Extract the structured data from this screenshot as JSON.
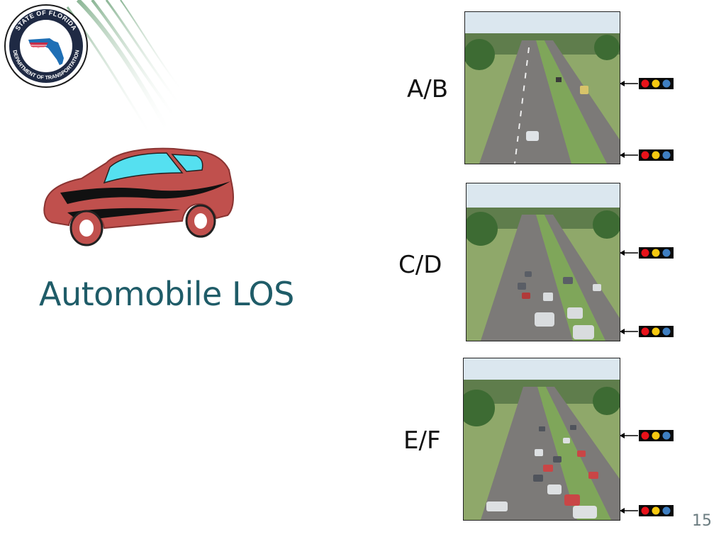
{
  "header": {
    "seal_text": "STATE OF FLORIDA · DEPARTMENT OF TRANSPORTATION",
    "seal_icon": "fdot-seal-icon"
  },
  "main": {
    "title": "Automobile LOS",
    "car_icon": "car-icon"
  },
  "los_panels": [
    {
      "label": "A/B",
      "photo": "light-traffic-road-photo"
    },
    {
      "label": "C/D",
      "photo": "moderate-traffic-road-photo"
    },
    {
      "label": "E/F",
      "photo": "heavy-traffic-road-photo"
    }
  ],
  "signal_icon": "traffic-signal-icon",
  "signal_colors": [
    "#e8121a",
    "#f6c911",
    "#3f7fc2"
  ],
  "footer": {
    "page_number": "15"
  }
}
